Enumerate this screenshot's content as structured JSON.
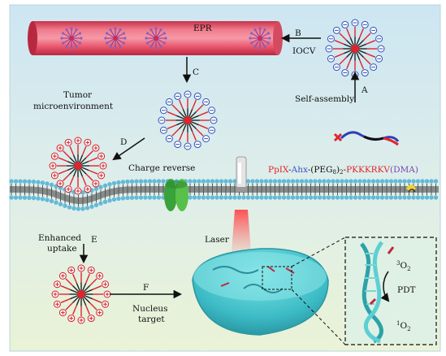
{
  "labels": {
    "epr": "EPR",
    "iocv": "IOCV",
    "tumor_line1": "Tumor",
    "tumor_line2": "microenvironment",
    "self_assembly": "Self-assembly",
    "charge_reverse": "Charge reverse",
    "enhanced_line1": "Enhanced",
    "enhanced_line2": "uptake",
    "laser": "Laser",
    "nucleus_line1": "Nucleus",
    "nucleus_line2": "target",
    "pdt": "PDT",
    "triplet_o2": "3O2",
    "singlet_o2": "1O2"
  },
  "formula": {
    "ppix": "PpIX",
    "sep1": "-",
    "ahx": "Ahx",
    "sep2": "-(PEG",
    "peg_sub": "8",
    "sep3": ")",
    "sep3_sub": "2",
    "sep4": "-",
    "peptide": "PKKKRKV",
    "dma": "(DMA)"
  },
  "steps": {
    "a": "A",
    "b": "B",
    "c": "C",
    "d": "D",
    "e": "E",
    "f": "F"
  },
  "colors": {
    "background_top": "#cde6f2",
    "background_bottom": "#e9f3d8",
    "vessel": "#e8536b",
    "vessel_light": "#f6a4b0",
    "membrane": "#63b9d8",
    "membrane_tail": "#4a4a4a",
    "micelle_core": "#e0242e",
    "arm_red": "#e0242e",
    "arm_dark": "#222222",
    "negative_charge": "#2f50b8",
    "positive_charge": "#d32028",
    "nucleus": "#41c3cc",
    "ppix_text": "#e0242e",
    "ahx_text": "#3b4fc4",
    "peptide_text": "#e0242e",
    "dma_text": "#7b3fb0"
  }
}
